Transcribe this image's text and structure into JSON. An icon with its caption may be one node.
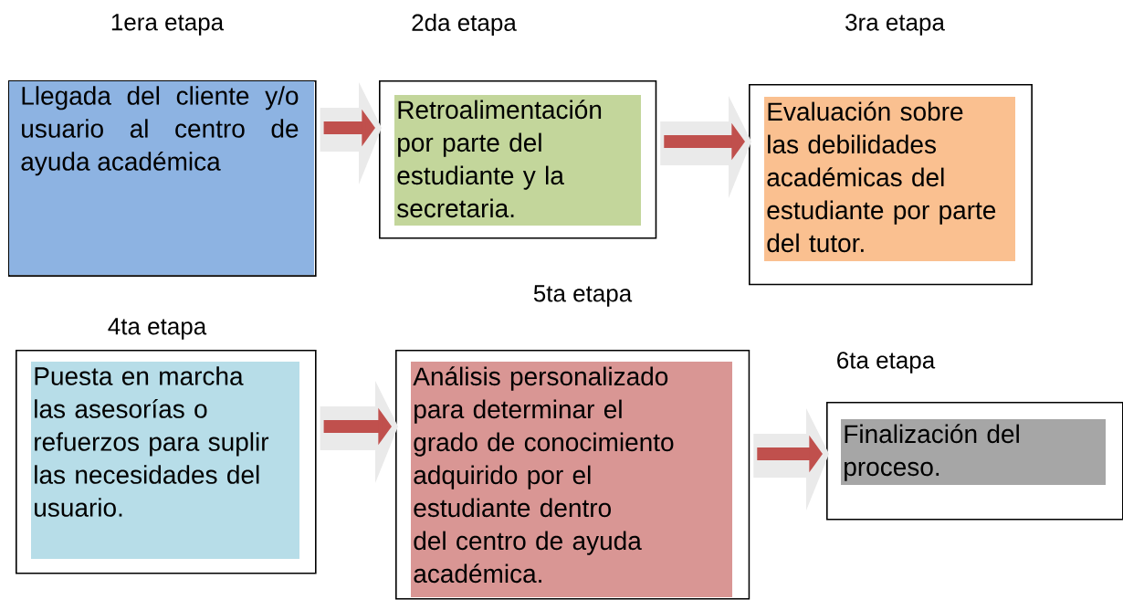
{
  "diagram": {
    "nodes": [
      {
        "text": [
          "1era etapa",
          "Llegada del cliente y/o usuario al centro de ayuda académica"
        ]
      },
      {
        "text": [
          "2da etapa",
          "Retroalimentación por parte del estudiante y la secretaria."
        ]
      },
      {
        "text": [
          "3ra etapa",
          "Evaluación sobre las debilidades académicas del estudiante por parte del tutor."
        ]
      },
      {
        "text": [
          "4ta etapa",
          "Puesta en marcha las asesorías o refuerzos para suplir las necesidades del usuario."
        ]
      },
      {
        "text": [
          "5ta etapa",
          "Análisis personalizado para determinar el grado de conocimiento adquirido por el estudiante dentro del centro de ayuda académica."
        ]
      },
      {
        "text": [
          "6ta etapa",
          "Finalización del proceso."
        ]
      }
    ],
    "edges": [
      {
        "from": 0,
        "to": 1,
        "arrow": "to"
      },
      {
        "from": 1,
        "to": 2,
        "arrow": "to"
      },
      {
        "from": 3,
        "to": 4,
        "arrow": "to"
      },
      {
        "from": 4,
        "to": 5,
        "arrow": "to"
      }
    ]
  }
}
